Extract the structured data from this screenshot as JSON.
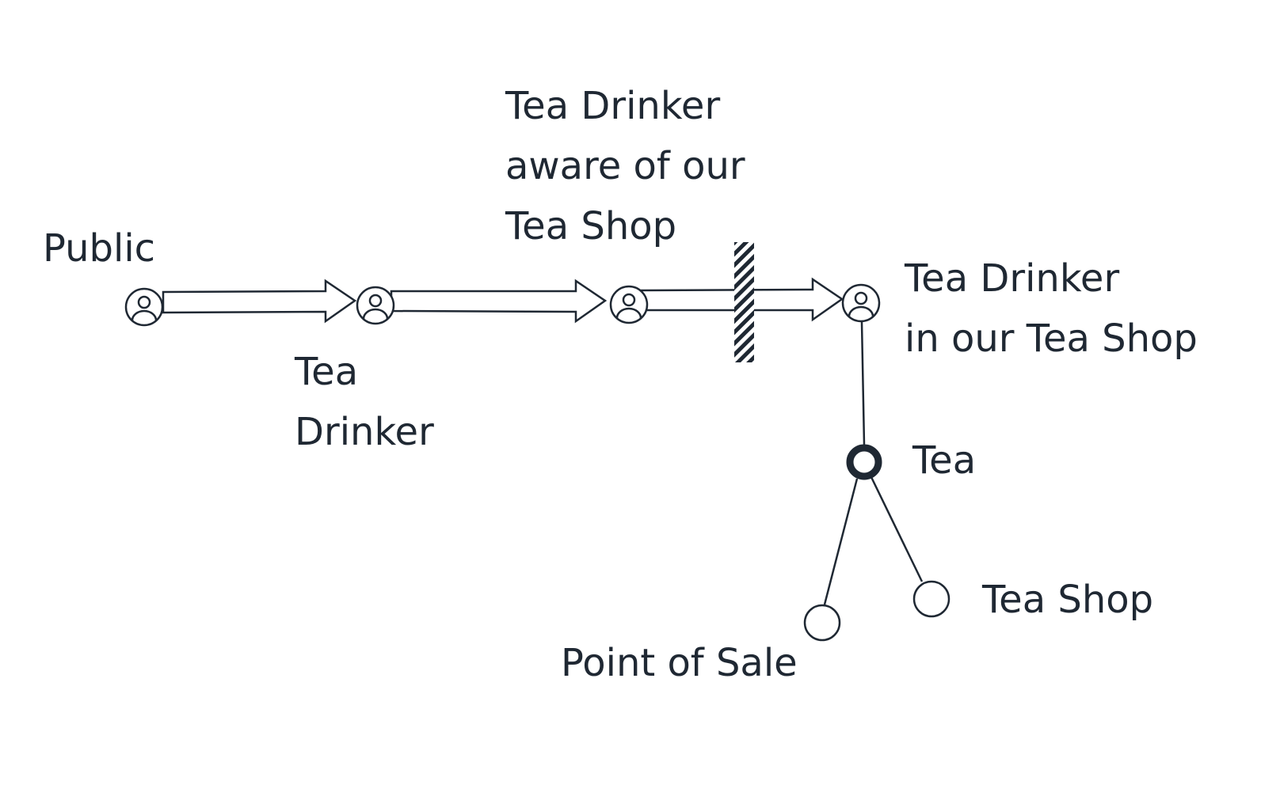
{
  "nodes": {
    "public": {
      "label": "Public",
      "icon": "user-icon"
    },
    "tea_drinker": {
      "label": "Tea\nDrinker",
      "icon": "user-icon"
    },
    "aware": {
      "label": "Tea Drinker\naware of our\nTea Shop",
      "icon": "user-icon"
    },
    "in_shop": {
      "label": "Tea Drinker\nin our Tea Shop",
      "icon": "user-icon"
    },
    "tea": {
      "label": "Tea"
    },
    "point_of_sale": {
      "label": "Point of Sale"
    },
    "tea_shop": {
      "label": "Tea Shop"
    }
  },
  "colors": {
    "ink": "#1f2833",
    "background": "#ffffff"
  }
}
